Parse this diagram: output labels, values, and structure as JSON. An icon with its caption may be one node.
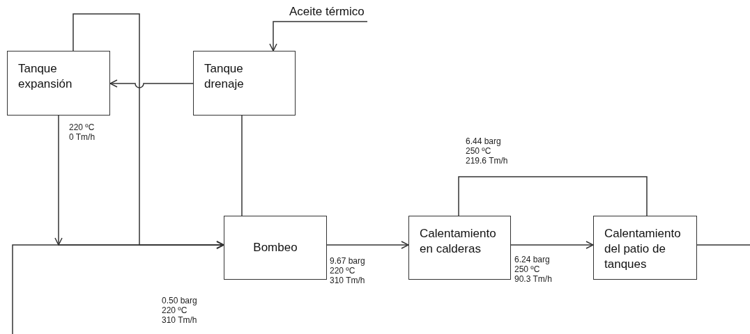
{
  "diagram": {
    "nodes": [
      {
        "text": [
          "Tanque expansión"
        ]
      },
      {
        "text": [
          "Tanque drenaje"
        ]
      },
      {
        "text": [
          "Bombeo"
        ]
      },
      {
        "text": [
          "Calentamiento en calderas"
        ]
      },
      {
        "text": [
          "Calentamiento del patio de tanques"
        ]
      },
      {
        "text": [
          "Aceite térmico"
        ]
      }
    ],
    "edges": [
      {
        "from": 5,
        "to": 1,
        "arrow": "to"
      },
      {
        "from": 1,
        "to": 0,
        "arrow": "to"
      },
      {
        "from": 0,
        "to": 2,
        "arrow": "to",
        "label": "220 ºC 0 Tm/h"
      },
      {
        "from": 0,
        "to": 2,
        "arrow": "to"
      },
      {
        "from": 1,
        "to": 2,
        "arrow": "none"
      },
      {
        "from": null,
        "to": 2,
        "arrow": "to"
      },
      {
        "from": 2,
        "to": 3,
        "arrow": "to",
        "label": "9.67 barg 220 ºC 310 Tm/h"
      },
      {
        "from": 3,
        "to": 4,
        "arrow": "to",
        "label": "6.24 barg 250 ºC 90.3 Tm/h"
      },
      {
        "from": 3,
        "to": 4,
        "arrow": "none",
        "label": "6.44 barg 250 ºC 219.6 Tm/h"
      },
      {
        "from": 4,
        "to": null,
        "arrow": "none"
      }
    ],
    "labels": [
      "0.50 barg 220 ºC 310 Tm/h"
    ]
  }
}
